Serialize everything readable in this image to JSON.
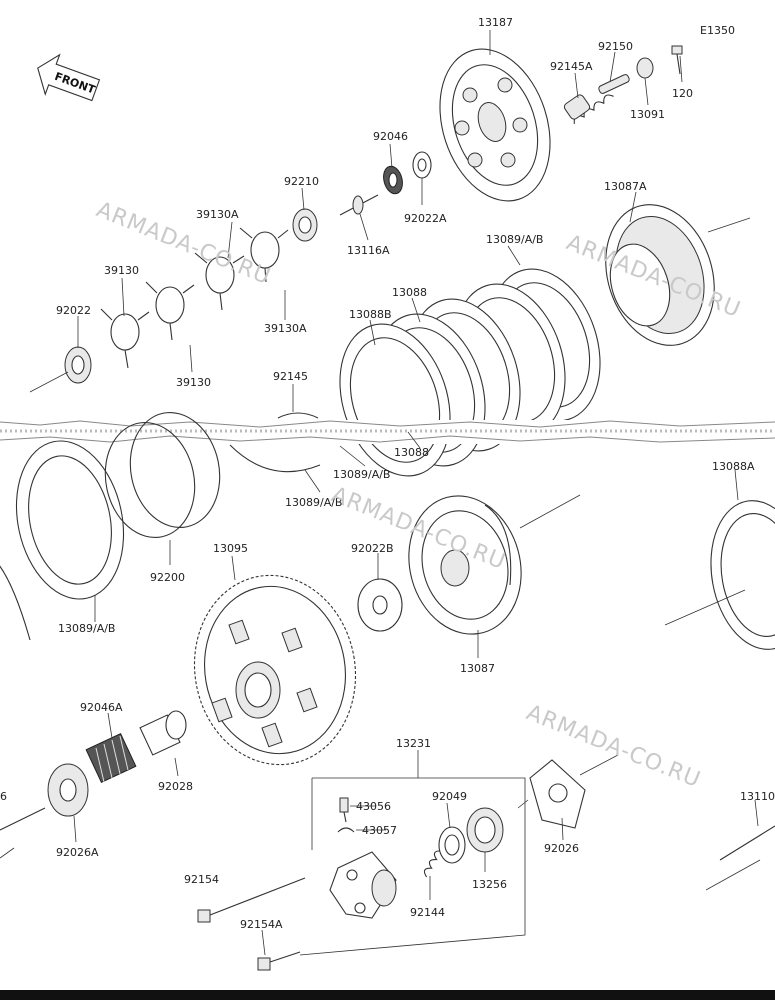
{
  "diagram": {
    "code": "E1350",
    "front_label": "FRONT",
    "watermark": "ARMADA-CO.RU",
    "part_labels": [
      "13187",
      "92150",
      "92145A",
      "120",
      "13091",
      "92046",
      "92022A",
      "92210",
      "13116A",
      "13087A",
      "39130A",
      "39130",
      "13089/A/B",
      "13088",
      "92022",
      "13088B",
      "39130A",
      "39130",
      "92145",
      "13088",
      "13089/A/B",
      "13089/A/B",
      "13088A",
      "92022B",
      "92200",
      "13095",
      "13089/A/B",
      "13087",
      "13231",
      "92046A",
      "43056",
      "92049",
      "43057",
      "92028",
      "92026",
      "13110",
      "92026A",
      "13256",
      "92154",
      "92144",
      "92154A",
      "6"
    ]
  }
}
